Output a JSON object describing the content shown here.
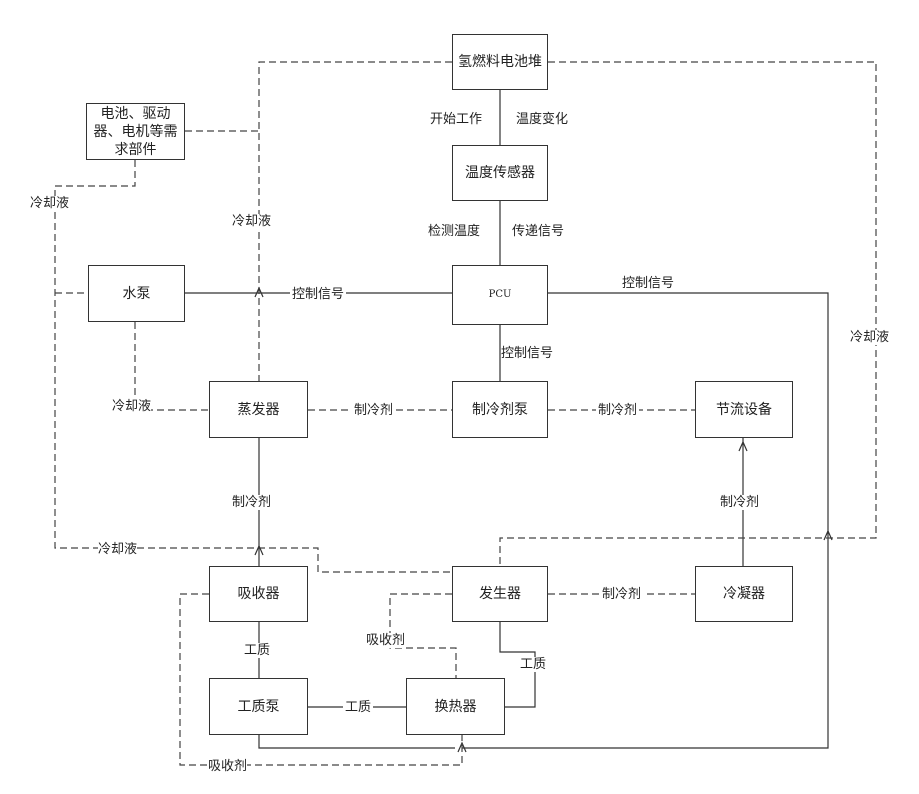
{
  "boxes": {
    "fuel_cell": "氢燃料电池堆",
    "temp_sensor": "温度传感器",
    "pcu": "PCU",
    "water_pump": "水泵",
    "components": "电池、驱动器、电机等需求部件",
    "evaporator": "蒸发器",
    "compressor": "制冷剂泵",
    "throttle": "节流设备",
    "absorber": "吸收器",
    "generator": "发生器",
    "condenser": "冷凝器",
    "working_pump": "工质泵",
    "heat_exchanger": "换热器"
  },
  "labels": {
    "start_work": "开始工作",
    "temp_change": "温度变化",
    "detect_temp": "检测温度",
    "transmit_signal": "传递信号",
    "control_signal_pump": "控制信号",
    "control_signal_right": "控制信号",
    "control_signal_down": "控制信号",
    "coolant_top": "冷却液",
    "coolant_left": "冷却液",
    "coolant_mid": "冷却液",
    "coolant_right": "冷却液",
    "coolant_bottom": "冷却液",
    "refrigerant_evap": "制冷剂",
    "refrigerant_throttle": "制冷剂",
    "refrigerant_down": "制冷剂",
    "refrigerant_up": "制冷剂",
    "refrigerant_cond": "制冷剂",
    "absorbent_mid": "吸收剂",
    "absorbent_bottom": "吸收剂",
    "working_fluid_1": "工质",
    "working_fluid_2": "工质",
    "working_fluid_3": "工质"
  }
}
